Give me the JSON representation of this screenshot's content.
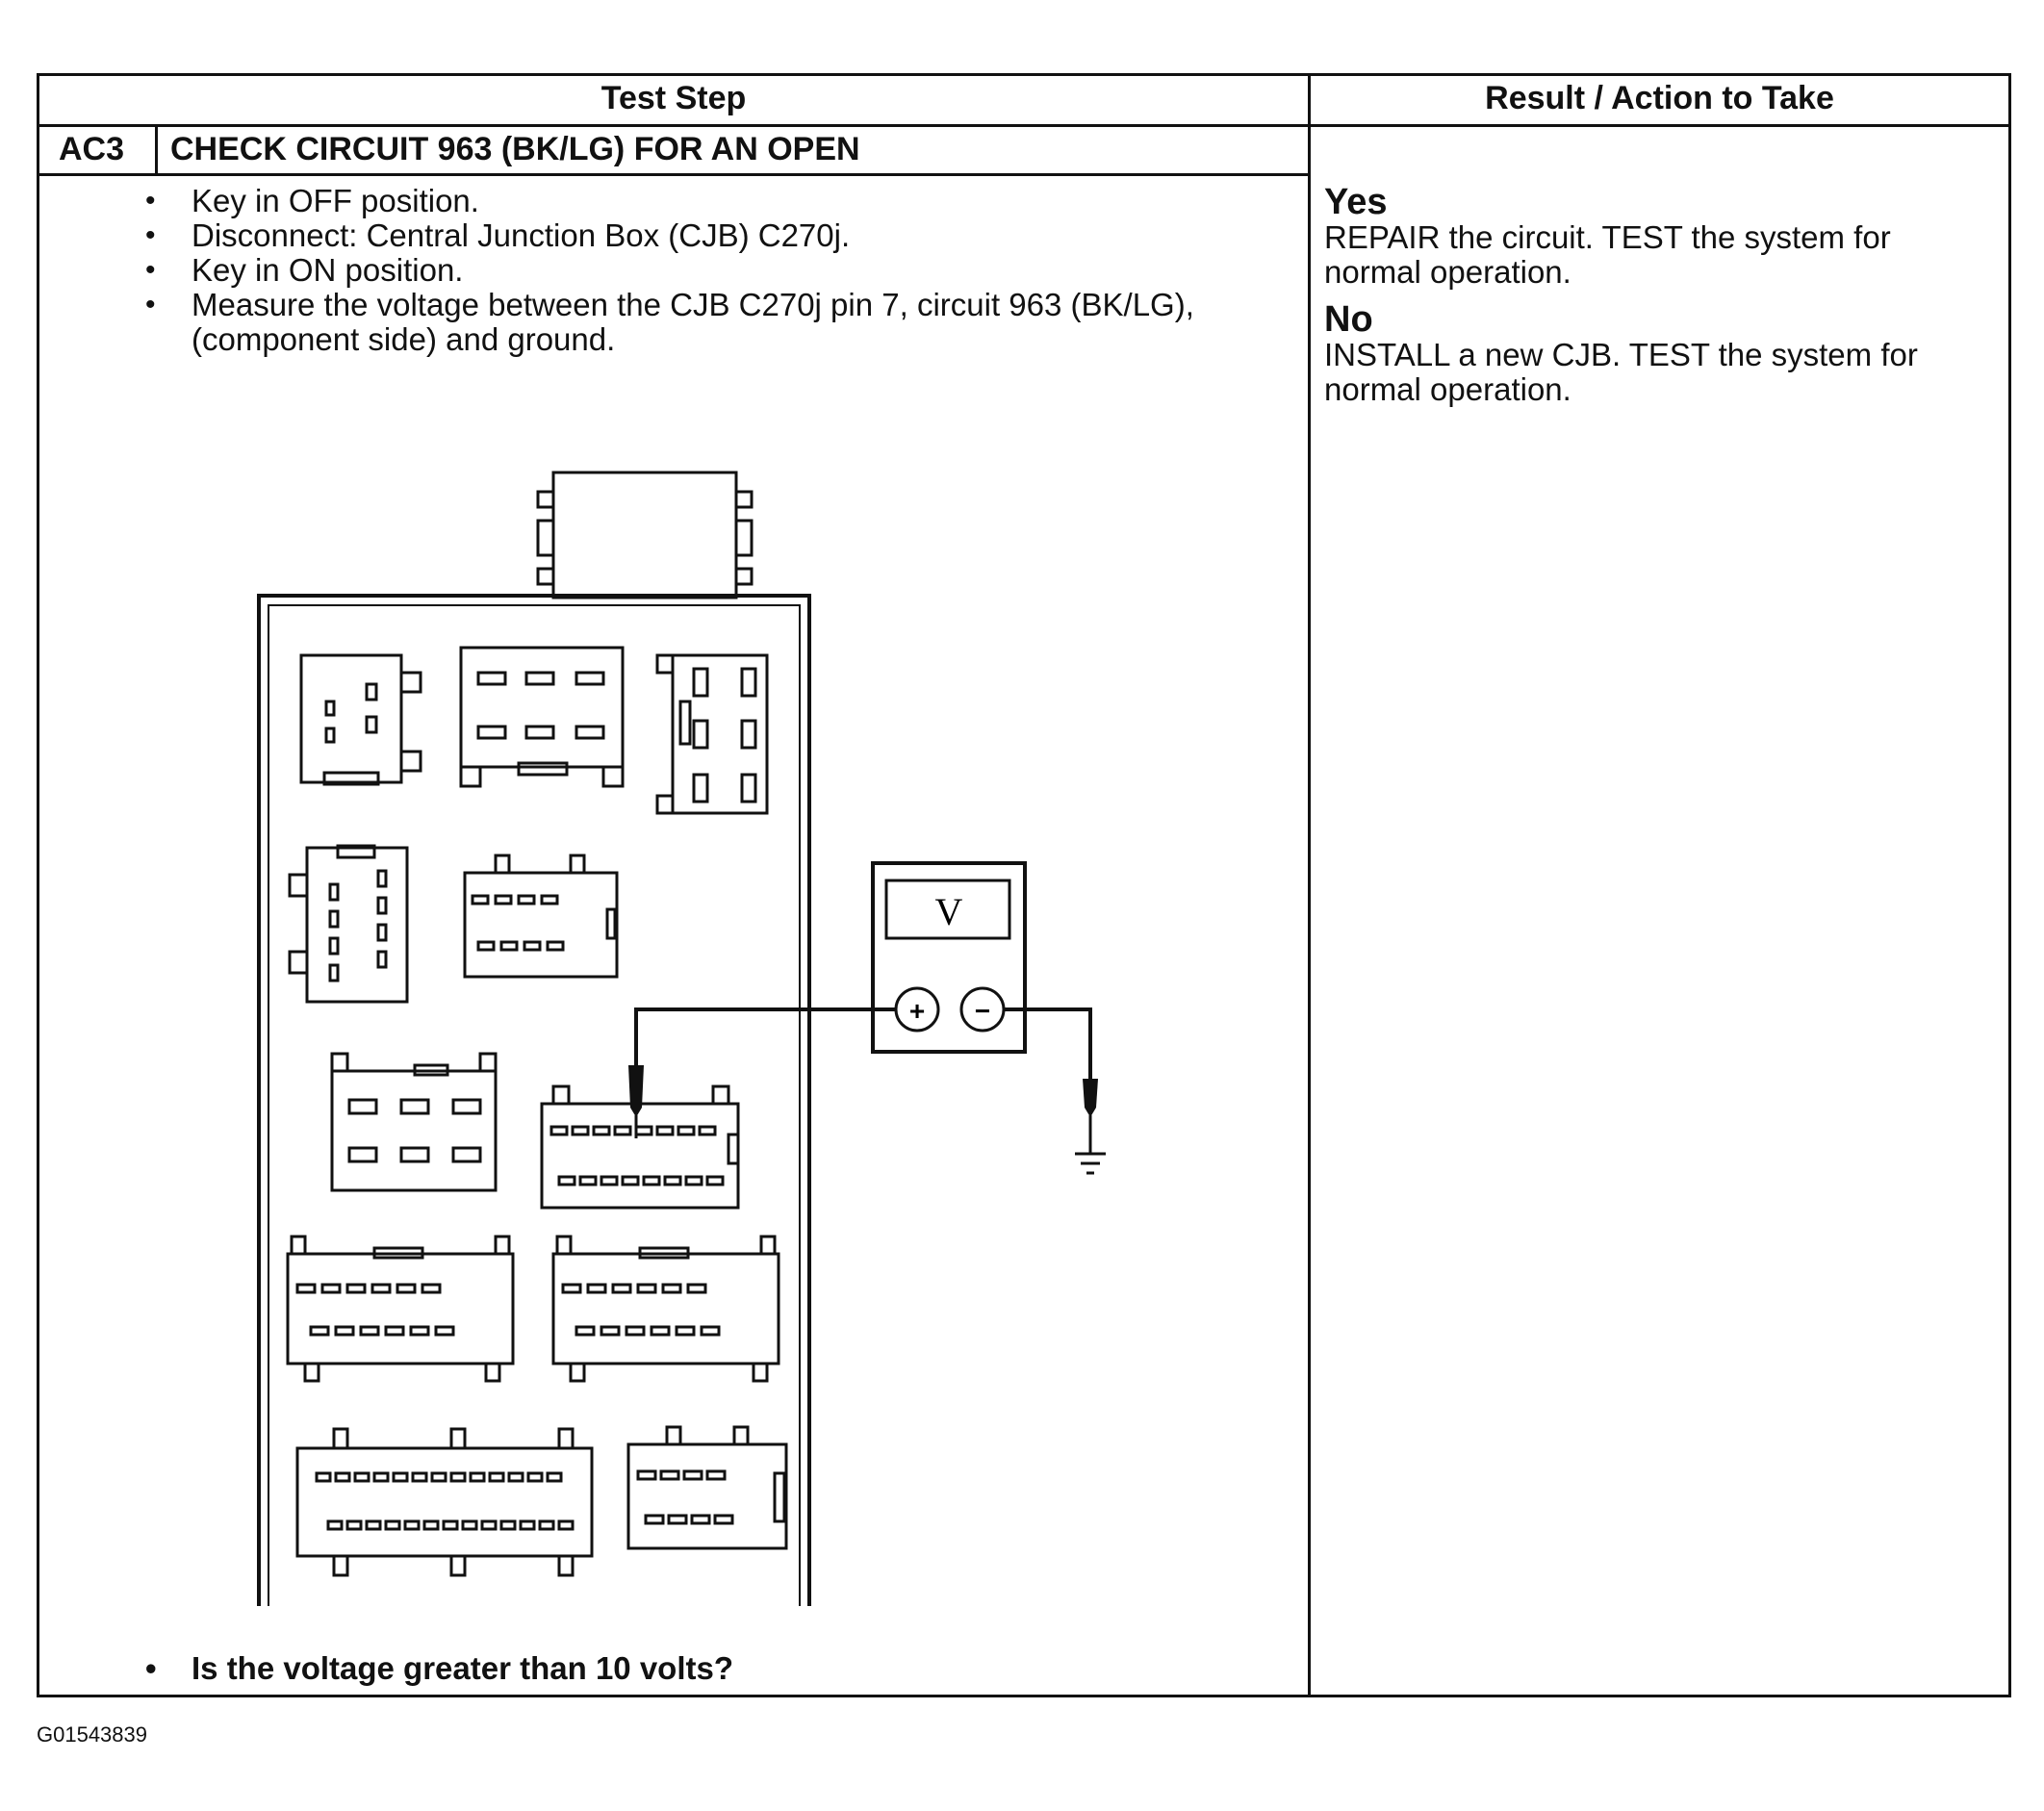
{
  "table": {
    "header_left": "Test Step",
    "header_right": "Result / Action to Take",
    "step_id": "AC3",
    "step_title": "CHECK CIRCUIT 963 (BK/LG) FOR AN OPEN",
    "instructions": [
      "Key in OFF position.",
      "Disconnect: Central Junction Box (CJB) C270j.",
      "Key in ON position.",
      "Measure the voltage between the CJB C270j pin 7, circuit 963 (BK/LG), (component side) and ground."
    ],
    "question": "Is the voltage greater than 10 volts?"
  },
  "results": {
    "yes_label": "Yes",
    "yes_text": "REPAIR the circuit. TEST the system for normal operation.",
    "no_label": "No",
    "no_text": "INSTALL a new CJB. TEST the system for normal operation."
  },
  "diagram": {
    "meter_symbol": "V",
    "plus_symbol": "+",
    "minus_symbol": "−"
  },
  "figure_id": "G01543839"
}
